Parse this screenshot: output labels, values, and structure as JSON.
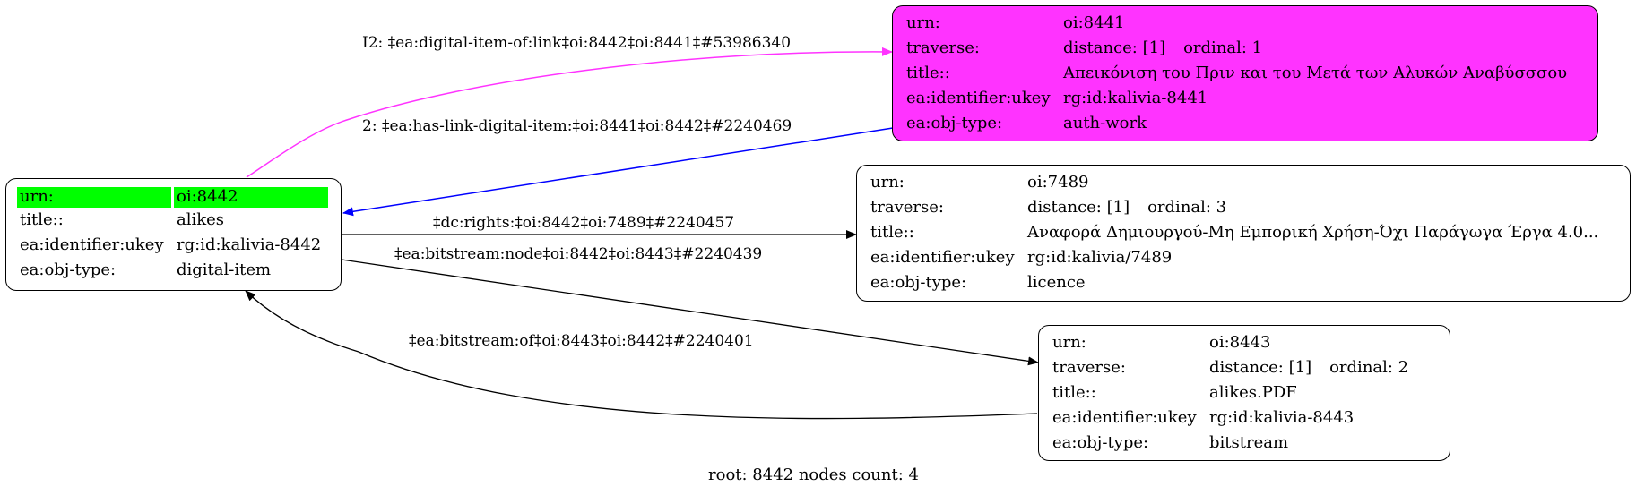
{
  "nodes": {
    "root": {
      "fields": [
        {
          "key": "urn:",
          "value": "oi:8442"
        },
        {
          "key": "title::",
          "value": "alikes"
        },
        {
          "key": "ea:identifier:ukey",
          "value": "rg:id:kalivia-8442"
        },
        {
          "key": "ea:obj-type:",
          "value": "digital-item"
        }
      ],
      "highlight_color": "#00ff00"
    },
    "n8441": {
      "fields": [
        {
          "key": "urn:",
          "value": "oi:8441"
        },
        {
          "key": "traverse:",
          "value": "distance: [1]",
          "extra": "ordinal: 1"
        },
        {
          "key": "title::",
          "value": "Απεικόνιση του Πριν και του Μετά των Αλυκών Αναβύσσσου"
        },
        {
          "key": "ea:identifier:ukey",
          "value": "rg:id:kalivia-8441"
        },
        {
          "key": "ea:obj-type:",
          "value": "auth-work"
        }
      ],
      "fill_color": "#ff33ff"
    },
    "n7489": {
      "fields": [
        {
          "key": "urn:",
          "value": "oi:7489"
        },
        {
          "key": "traverse:",
          "value": "distance: [1]",
          "extra": "ordinal: 3"
        },
        {
          "key": "title::",
          "value": "Αναφορά Δημιουργού-Μη Εμπορική Χρήση-Όχι Παράγωγα Έργα 4.0..."
        },
        {
          "key": "ea:identifier:ukey",
          "value": "rg:id:kalivia/7489"
        },
        {
          "key": "ea:obj-type:",
          "value": "licence"
        }
      ]
    },
    "n8443": {
      "fields": [
        {
          "key": "urn:",
          "value": "oi:8443"
        },
        {
          "key": "traverse:",
          "value": "distance: [1]",
          "extra": "ordinal: 2"
        },
        {
          "key": "title::",
          "value": "alikes.PDF"
        },
        {
          "key": "ea:identifier:ukey",
          "value": "rg:id:kalivia-8443"
        },
        {
          "key": "ea:obj-type:",
          "value": "bitstream"
        }
      ]
    }
  },
  "edges": {
    "e1": {
      "label": "I2: ‡ea:digital-item-of:link‡oi:8442‡oi:8441‡#53986340",
      "color": "#ff33ff"
    },
    "e2": {
      "label": "2: ‡ea:has-link-digital-item:‡oi:8441‡oi:8442‡#2240469",
      "color": "#0000ff"
    },
    "e3": {
      "label": "‡dc:rights:‡oi:8442‡oi:7489‡#2240457",
      "color": "#000000"
    },
    "e4": {
      "label": "‡ea:bitstream:node‡oi:8442‡oi:8443‡#2240439",
      "color": "#000000"
    },
    "e5": {
      "label": "‡ea:bitstream:of‡oi:8443‡oi:8442‡#2240401",
      "color": "#000000"
    }
  },
  "footer": "root: 8442 nodes count: 4"
}
